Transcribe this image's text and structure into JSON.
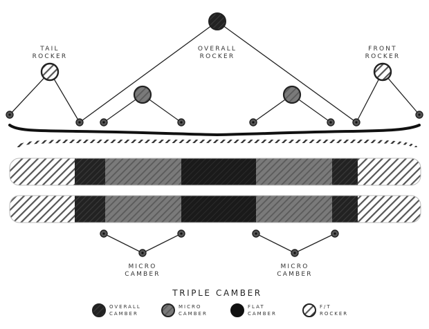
{
  "labels": {
    "overall_rocker": [
      "OVERALL",
      "ROCKER"
    ],
    "tail_rocker": [
      "TAIL",
      "ROCKER"
    ],
    "front_rocker": [
      "FRONT",
      "ROCKER"
    ],
    "micro_camber_left": [
      "MICRO",
      "CAMBER"
    ],
    "micro_camber_right": [
      "MICRO",
      "CAMBER"
    ]
  },
  "title": "TRIPLE CAMBER",
  "legend": [
    {
      "key": "overall_camber",
      "lines": [
        "OVERALL",
        "CAMBER"
      ]
    },
    {
      "key": "micro_camber",
      "lines": [
        "MICRO",
        "CAMBER"
      ]
    },
    {
      "key": "flat_camber",
      "lines": [
        "FLAT",
        "CAMBER"
      ]
    },
    {
      "key": "ft_rocker",
      "lines": [
        "F/T",
        "ROCKER"
      ]
    }
  ],
  "colors": {
    "ink": "#222222",
    "dark": "#222222",
    "mid": "#777777",
    "stripe": "#555555",
    "background": "#ffffff"
  }
}
